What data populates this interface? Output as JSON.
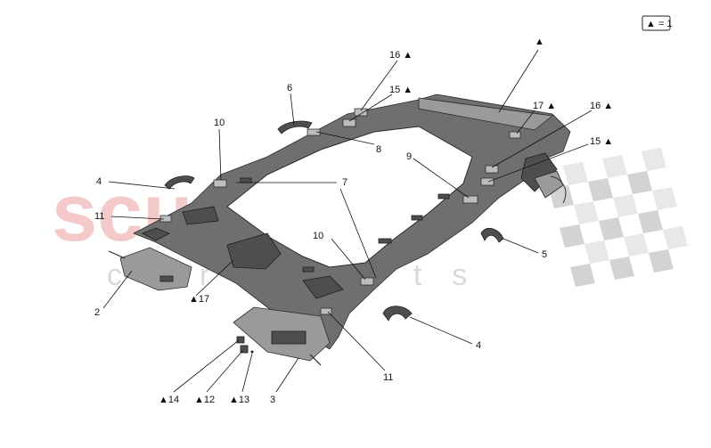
{
  "watermark": {
    "main": "scuderia",
    "sub": "car parts",
    "checker_color_light": "#e6e6e6",
    "checker_color_dark": "#cfcfcf",
    "text_color": "#f3c9c9"
  },
  "legend": {
    "label": "▲ = 1"
  },
  "callouts": [
    {
      "id": "c-top",
      "text": "▲"
    },
    {
      "id": "c16a",
      "text": "16 ▲"
    },
    {
      "id": "c15a",
      "text": "15 ▲"
    },
    {
      "id": "c6",
      "text": "6"
    },
    {
      "id": "c10a",
      "text": "10"
    },
    {
      "id": "c8",
      "text": "8"
    },
    {
      "id": "c17a",
      "text": "17 ▲"
    },
    {
      "id": "c16b",
      "text": "16 ▲"
    },
    {
      "id": "c15b",
      "text": "15 ▲"
    },
    {
      "id": "c9",
      "text": "9"
    },
    {
      "id": "c4a",
      "text": "4"
    },
    {
      "id": "c7",
      "text": "7"
    },
    {
      "id": "c11a",
      "text": "11"
    },
    {
      "id": "c10b",
      "text": "10"
    },
    {
      "id": "c5",
      "text": "5"
    },
    {
      "id": "c2",
      "text": "2"
    },
    {
      "id": "c17b",
      "text": "▲17"
    },
    {
      "id": "c4b",
      "text": "4"
    },
    {
      "id": "c11b",
      "text": "11"
    },
    {
      "id": "c14",
      "text": "▲14"
    },
    {
      "id": "c12",
      "text": "▲12"
    },
    {
      "id": "c13",
      "text": "▲13"
    },
    {
      "id": "c3",
      "text": "3"
    }
  ]
}
